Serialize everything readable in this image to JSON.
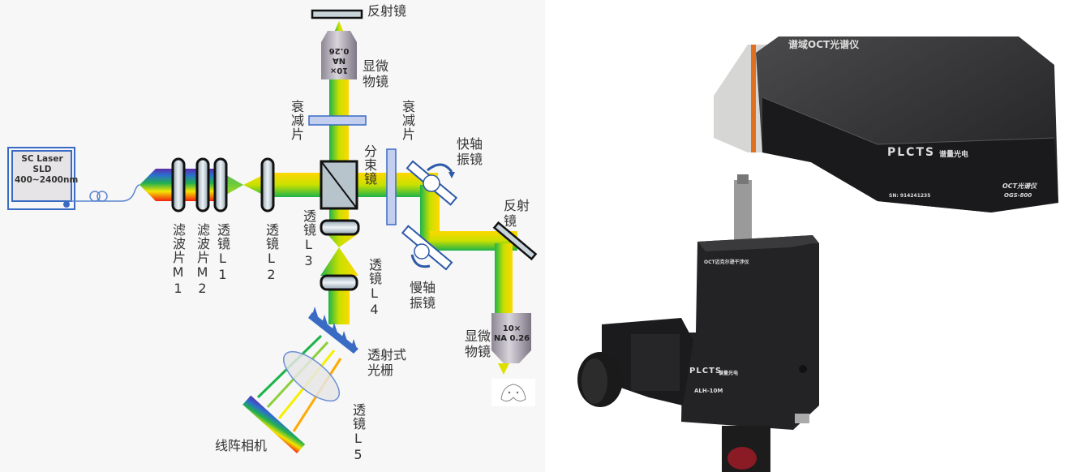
{
  "laser_source": {
    "lines": "SC Laser\nSLD\n400~2400nm"
  },
  "labels": {
    "filter_m1": "滤波片M1",
    "filter_m2": "滤波片M2",
    "lens_l1": "透镜L1",
    "lens_l2": "透镜L2",
    "lens_l3": "透镜L3",
    "lens_l4": "透镜L4",
    "lens_l5": "透镜L5",
    "attenuator_ref": "衰减片",
    "attenuator_sample": "衰减片",
    "beam_splitter": "分束镜",
    "mirror_ref": "反射镜",
    "objective_ref": "显微\n物镜",
    "fast_galvo": "快轴\n振镜",
    "slow_galvo": "慢轴\n振镜",
    "mirror_sample": "反射\n镜",
    "objective_sample": "显微\n物镜",
    "grating": "透射式\n光栅",
    "line_camera": "线阵相机"
  },
  "objective_marking": "10×\nNA 0.26",
  "spectrometer_photo": {
    "top_label": "谱域OCT光谱仪",
    "brand": "PLCTS",
    "brand_cn": "谱量光电",
    "product": "OCT光谱仪",
    "model": "OGS-800",
    "serial": "SN: 914241235"
  },
  "interferometer_photo": {
    "top_label": "OCT迈克尔逊干涉仪",
    "brand": "PLCTS",
    "brand_cn": "谱量光电",
    "model": "ALH-10M"
  },
  "colors": {
    "beam_green": "#1db34a",
    "beam_yellow": "#ffd800",
    "outline_blue": "#3a6bc4"
  }
}
